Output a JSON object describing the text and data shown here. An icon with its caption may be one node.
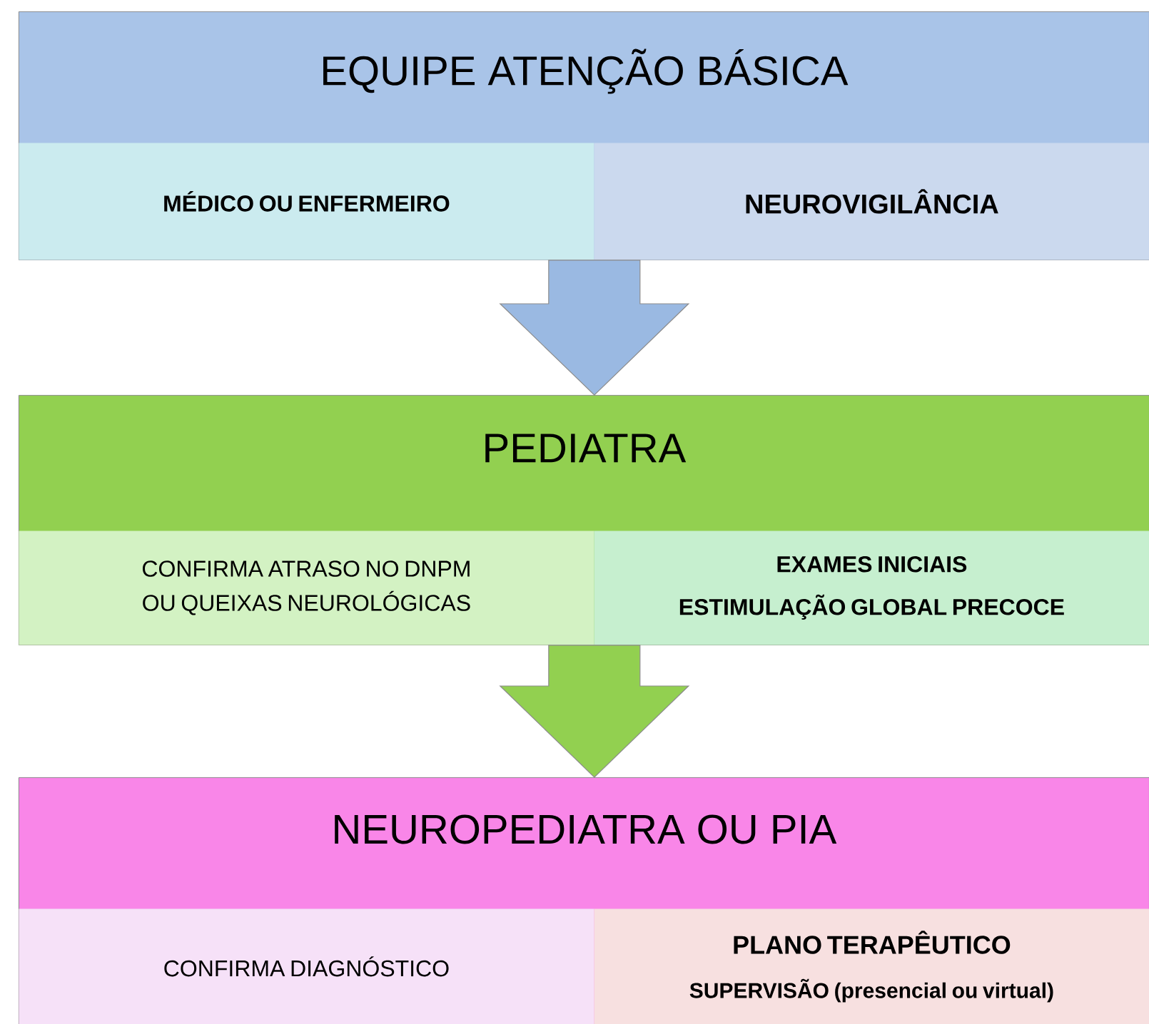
{
  "diagram": {
    "nodes": [
      {
        "text": [
          "EQUIPE ATENÇÃO BÁSICA"
        ]
      },
      {
        "text": [
          "MÉDICO OU ENFERMEIRO"
        ],
        "in": 0
      },
      {
        "text": [
          "NEUROVIGILÂNCIA"
        ],
        "in": 0
      },
      {
        "text": [
          "PEDIATRA"
        ]
      },
      {
        "text": [
          "CONFIRMA ATRASO NO DNPM OU QUEIXAS NEUROLÓGICAS"
        ],
        "in": 3
      },
      {
        "text": [
          "EXAMES INICIAIS",
          "ESTIMULAÇÃO GLOBAL PRECOCE"
        ],
        "in": 3
      },
      {
        "text": [
          "NEUROPEDIATRA OU PIA"
        ]
      },
      {
        "text": [
          "CONFIRMA DIAGNÓSTICO"
        ],
        "in": 6
      },
      {
        "text": [
          "PLANO TERAPÊUTICO",
          "SUPERVISÃO (presencial ou virtual)"
        ],
        "in": 6
      }
    ],
    "edges": [
      {
        "from": 0,
        "to": 3,
        "arrow": "to",
        "color": "#9ab9e2"
      },
      {
        "from": 3,
        "to": 6,
        "arrow": "to",
        "color": "#92d050"
      }
    ]
  }
}
